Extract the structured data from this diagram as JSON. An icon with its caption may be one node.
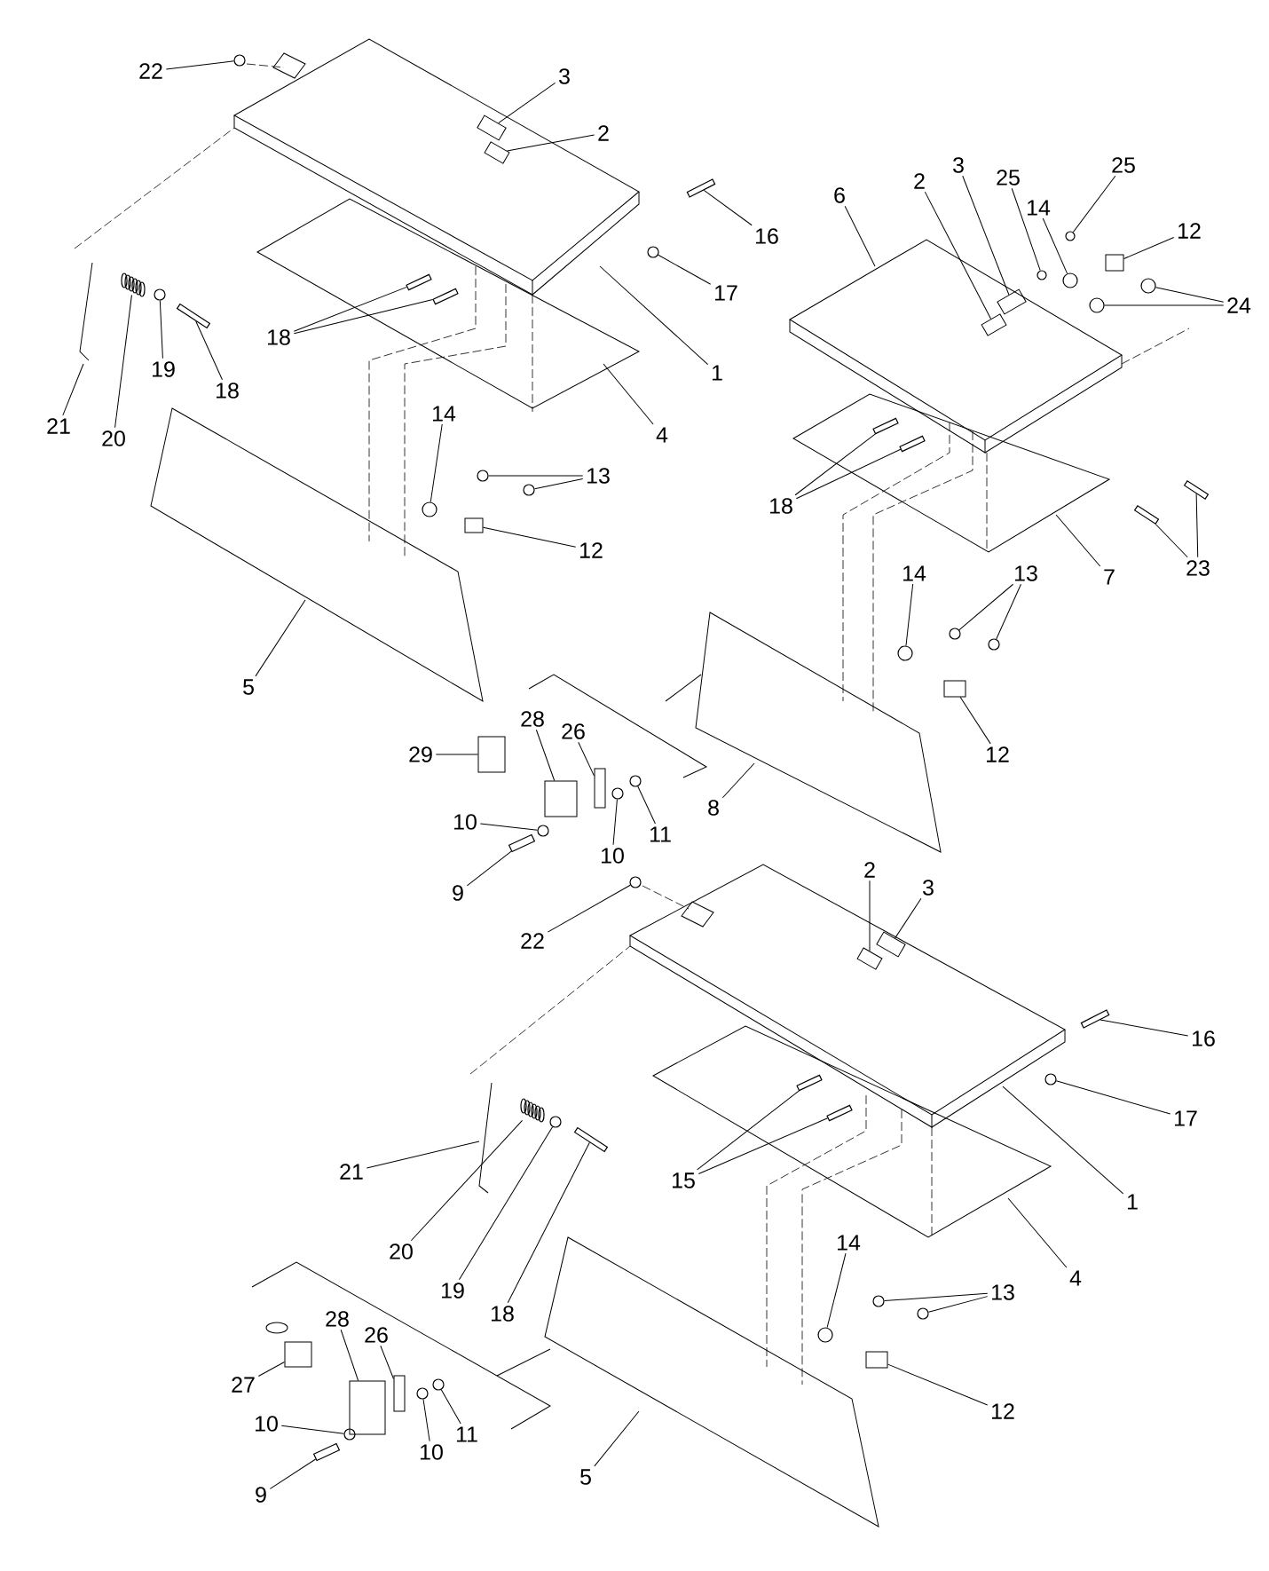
{
  "diagram": {
    "nodes": [
      {
        "text": [
          "22"
        ]
      },
      {
        "text": [
          "3"
        ]
      },
      {
        "text": [
          "2"
        ]
      },
      {
        "text": [
          "16"
        ]
      },
      {
        "text": [
          "17"
        ]
      },
      {
        "text": [
          "1"
        ]
      },
      {
        "text": [
          "4"
        ]
      },
      {
        "text": [
          "6"
        ]
      },
      {
        "text": [
          "2"
        ]
      },
      {
        "text": [
          "3"
        ]
      },
      {
        "text": [
          "25"
        ]
      },
      {
        "text": [
          "14"
        ]
      },
      {
        "text": [
          "25"
        ]
      },
      {
        "text": [
          "12"
        ]
      },
      {
        "text": [
          "24"
        ]
      },
      {
        "text": [
          "18"
        ]
      },
      {
        "text": [
          "19"
        ]
      },
      {
        "text": [
          "18"
        ]
      },
      {
        "text": [
          "21"
        ]
      },
      {
        "text": [
          "20"
        ]
      },
      {
        "text": [
          "14"
        ]
      },
      {
        "text": [
          "13"
        ]
      },
      {
        "text": [
          "12"
        ]
      },
      {
        "text": [
          "5"
        ]
      },
      {
        "text": [
          "18"
        ]
      },
      {
        "text": [
          "7"
        ]
      },
      {
        "text": [
          "23"
        ]
      },
      {
        "text": [
          "14"
        ]
      },
      {
        "text": [
          "13"
        ]
      },
      {
        "text": [
          "12"
        ]
      },
      {
        "text": [
          "28"
        ]
      },
      {
        "text": [
          "26"
        ]
      },
      {
        "text": [
          "29"
        ]
      },
      {
        "text": [
          "10"
        ]
      },
      {
        "text": [
          "10"
        ]
      },
      {
        "text": [
          "11"
        ]
      },
      {
        "text": [
          "8"
        ]
      },
      {
        "text": [
          "9"
        ]
      },
      {
        "text": [
          "22"
        ]
      },
      {
        "text": [
          "2"
        ]
      },
      {
        "text": [
          "3"
        ]
      },
      {
        "text": [
          "16"
        ]
      },
      {
        "text": [
          "17"
        ]
      },
      {
        "text": [
          "15"
        ]
      },
      {
        "text": [
          "21"
        ]
      },
      {
        "text": [
          "1"
        ]
      },
      {
        "text": [
          "20"
        ]
      },
      {
        "text": [
          "19"
        ]
      },
      {
        "text": [
          "18"
        ]
      },
      {
        "text": [
          "4"
        ]
      },
      {
        "text": [
          "14"
        ]
      },
      {
        "text": [
          "13"
        ]
      },
      {
        "text": [
          "28"
        ]
      },
      {
        "text": [
          "26"
        ]
      },
      {
        "text": [
          "27"
        ]
      },
      {
        "text": [
          "12"
        ]
      },
      {
        "text": [
          "10"
        ]
      },
      {
        "text": [
          "10"
        ]
      },
      {
        "text": [
          "11"
        ]
      },
      {
        "text": [
          "9"
        ]
      },
      {
        "text": [
          "5"
        ]
      },
      {
        "text": [],
        "shape": "circle"
      },
      {
        "text": [],
        "shape": "box"
      },
      {
        "text": [],
        "shape": "box"
      },
      {
        "text": [],
        "shape": "bar"
      },
      {
        "text": [],
        "shape": "circle"
      },
      {
        "text": [],
        "shape": "box"
      },
      {
        "text": [],
        "shape": "box"
      },
      {
        "text": [],
        "shape": "circle"
      },
      {
        "text": [],
        "shape": "circle"
      },
      {
        "text": [],
        "shape": "circle"
      },
      {
        "text": [],
        "shape": "box"
      },
      {
        "text": [],
        "shape": "circle"
      },
      {
        "text": [],
        "shape": "circle"
      },
      {
        "text": [],
        "shape": "bar"
      },
      {
        "text": [],
        "shape": "bar"
      },
      {
        "text": [],
        "shape": "circle"
      },
      {
        "text": [],
        "shape": "bar"
      },
      {
        "text": [],
        "shape": "circle"
      },
      {
        "text": [],
        "shape": "circle"
      },
      {
        "text": [],
        "shape": "circle"
      },
      {
        "text": [],
        "shape": "box"
      },
      {
        "text": [],
        "shape": "bar"
      },
      {
        "text": [],
        "shape": "bar"
      },
      {
        "text": [],
        "shape": "bar"
      },
      {
        "text": [],
        "shape": "bar"
      },
      {
        "text": [],
        "shape": "circle"
      },
      {
        "text": [],
        "shape": "circle"
      },
      {
        "text": [],
        "shape": "circle"
      },
      {
        "text": [],
        "shape": "box"
      },
      {
        "text": [],
        "shape": "box"
      },
      {
        "text": [],
        "shape": "box"
      },
      {
        "text": [],
        "shape": "box"
      },
      {
        "text": [],
        "shape": "circle"
      },
      {
        "text": [],
        "shape": "circle"
      },
      {
        "text": [],
        "shape": "circle"
      },
      {
        "text": [],
        "shape": "bar"
      },
      {
        "text": [],
        "shape": "circle"
      },
      {
        "text": [],
        "shape": "box"
      },
      {
        "text": [],
        "shape": "box"
      },
      {
        "text": [],
        "shape": "bar"
      },
      {
        "text": [],
        "shape": "circle"
      },
      {
        "text": [],
        "shape": "bar"
      },
      {
        "text": [],
        "shape": "bar"
      },
      {
        "text": [],
        "shape": "circle"
      },
      {
        "text": [],
        "shape": "bar"
      },
      {
        "text": [],
        "shape": "circle"
      },
      {
        "text": [],
        "shape": "circle"
      },
      {
        "text": [],
        "shape": "circle"
      },
      {
        "text": [],
        "shape": "box"
      },
      {
        "text": [],
        "shape": "box"
      },
      {
        "text": [],
        "shape": "box"
      },
      {
        "text": [],
        "shape": "box"
      },
      {
        "text": [],
        "shape": "circle"
      },
      {
        "text": [],
        "shape": "circle"
      },
      {
        "text": [],
        "shape": "circle"
      },
      {
        "text": [],
        "shape": "bar"
      },
      {
        "text": [],
        "shape": "spring"
      },
      {
        "text": [],
        "shape": "spring"
      }
    ],
    "edges": [
      {
        "from": 0,
        "to": 61,
        "arrow": "none"
      },
      {
        "from": 1,
        "to": 62,
        "arrow": "none"
      },
      {
        "from": 2,
        "to": 63,
        "arrow": "none"
      },
      {
        "from": 3,
        "to": 64,
        "arrow": "none"
      },
      {
        "from": 4,
        "to": 65,
        "arrow": "none"
      },
      {
        "from": 5,
        "to": null,
        "arrow": "none"
      },
      {
        "from": 6,
        "to": null,
        "arrow": "none"
      },
      {
        "from": 7,
        "to": null,
        "arrow": "none"
      },
      {
        "from": 8,
        "to": 66,
        "arrow": "none"
      },
      {
        "from": 9,
        "to": 67,
        "arrow": "none"
      },
      {
        "from": 10,
        "to": 68,
        "arrow": "none"
      },
      {
        "from": 11,
        "to": 69,
        "arrow": "none"
      },
      {
        "from": 12,
        "to": 70,
        "arrow": "none"
      },
      {
        "from": 13,
        "to": 71,
        "arrow": "none"
      },
      {
        "from": 14,
        "to": 72,
        "arrow": "none"
      },
      {
        "from": 14,
        "to": 73,
        "arrow": "none"
      },
      {
        "from": 15,
        "to": 74,
        "arrow": "none"
      },
      {
        "from": 15,
        "to": 75,
        "arrow": "none"
      },
      {
        "from": 16,
        "to": 76,
        "arrow": "none"
      },
      {
        "from": 17,
        "to": 77,
        "arrow": "none"
      },
      {
        "from": 18,
        "to": null,
        "arrow": "none"
      },
      {
        "from": 19,
        "to": 117,
        "arrow": "none"
      },
      {
        "from": 20,
        "to": 78,
        "arrow": "none"
      },
      {
        "from": 21,
        "to": 79,
        "arrow": "none"
      },
      {
        "from": 21,
        "to": 80,
        "arrow": "none"
      },
      {
        "from": 22,
        "to": 81,
        "arrow": "none"
      },
      {
        "from": 23,
        "to": null,
        "arrow": "none"
      },
      {
        "from": 24,
        "to": 82,
        "arrow": "none"
      },
      {
        "from": 24,
        "to": 83,
        "arrow": "none"
      },
      {
        "from": 25,
        "to": null,
        "arrow": "none"
      },
      {
        "from": 26,
        "to": 84,
        "arrow": "none"
      },
      {
        "from": 26,
        "to": 85,
        "arrow": "none"
      },
      {
        "from": 27,
        "to": 86,
        "arrow": "none"
      },
      {
        "from": 28,
        "to": 87,
        "arrow": "none"
      },
      {
        "from": 28,
        "to": 88,
        "arrow": "none"
      },
      {
        "from": 29,
        "to": 89,
        "arrow": "none"
      },
      {
        "from": 30,
        "to": 90,
        "arrow": "none"
      },
      {
        "from": 31,
        "to": 91,
        "arrow": "none"
      },
      {
        "from": 32,
        "to": 92,
        "arrow": "none"
      },
      {
        "from": 33,
        "to": 93,
        "arrow": "none"
      },
      {
        "from": 34,
        "to": 94,
        "arrow": "none"
      },
      {
        "from": 35,
        "to": 95,
        "arrow": "none"
      },
      {
        "from": 36,
        "to": null,
        "arrow": "none"
      },
      {
        "from": 37,
        "to": 96,
        "arrow": "none"
      },
      {
        "from": 38,
        "to": 97,
        "arrow": "none"
      },
      {
        "from": 39,
        "to": 98,
        "arrow": "none"
      },
      {
        "from": 40,
        "to": 99,
        "arrow": "none"
      },
      {
        "from": 41,
        "to": 100,
        "arrow": "none"
      },
      {
        "from": 42,
        "to": 101,
        "arrow": "none"
      },
      {
        "from": 43,
        "to": 102,
        "arrow": "none"
      },
      {
        "from": 43,
        "to": 103,
        "arrow": "none"
      },
      {
        "from": 44,
        "to": null,
        "arrow": "none"
      },
      {
        "from": 45,
        "to": null,
        "arrow": "none"
      },
      {
        "from": 46,
        "to": 118,
        "arrow": "none"
      },
      {
        "from": 47,
        "to": 104,
        "arrow": "none"
      },
      {
        "from": 48,
        "to": 105,
        "arrow": "none"
      },
      {
        "from": 49,
        "to": null,
        "arrow": "none"
      },
      {
        "from": 50,
        "to": 106,
        "arrow": "none"
      },
      {
        "from": 51,
        "to": 107,
        "arrow": "none"
      },
      {
        "from": 51,
        "to": 108,
        "arrow": "none"
      },
      {
        "from": 52,
        "to": 109,
        "arrow": "none"
      },
      {
        "from": 53,
        "to": 110,
        "arrow": "none"
      },
      {
        "from": 54,
        "to": 111,
        "arrow": "none"
      },
      {
        "from": 55,
        "to": 112,
        "arrow": "none"
      },
      {
        "from": 56,
        "to": 113,
        "arrow": "none"
      },
      {
        "from": 57,
        "to": 114,
        "arrow": "none"
      },
      {
        "from": 58,
        "to": 115,
        "arrow": "none"
      },
      {
        "from": 59,
        "to": 116,
        "arrow": "none"
      },
      {
        "from": 60,
        "to": null,
        "arrow": "none"
      }
    ]
  }
}
